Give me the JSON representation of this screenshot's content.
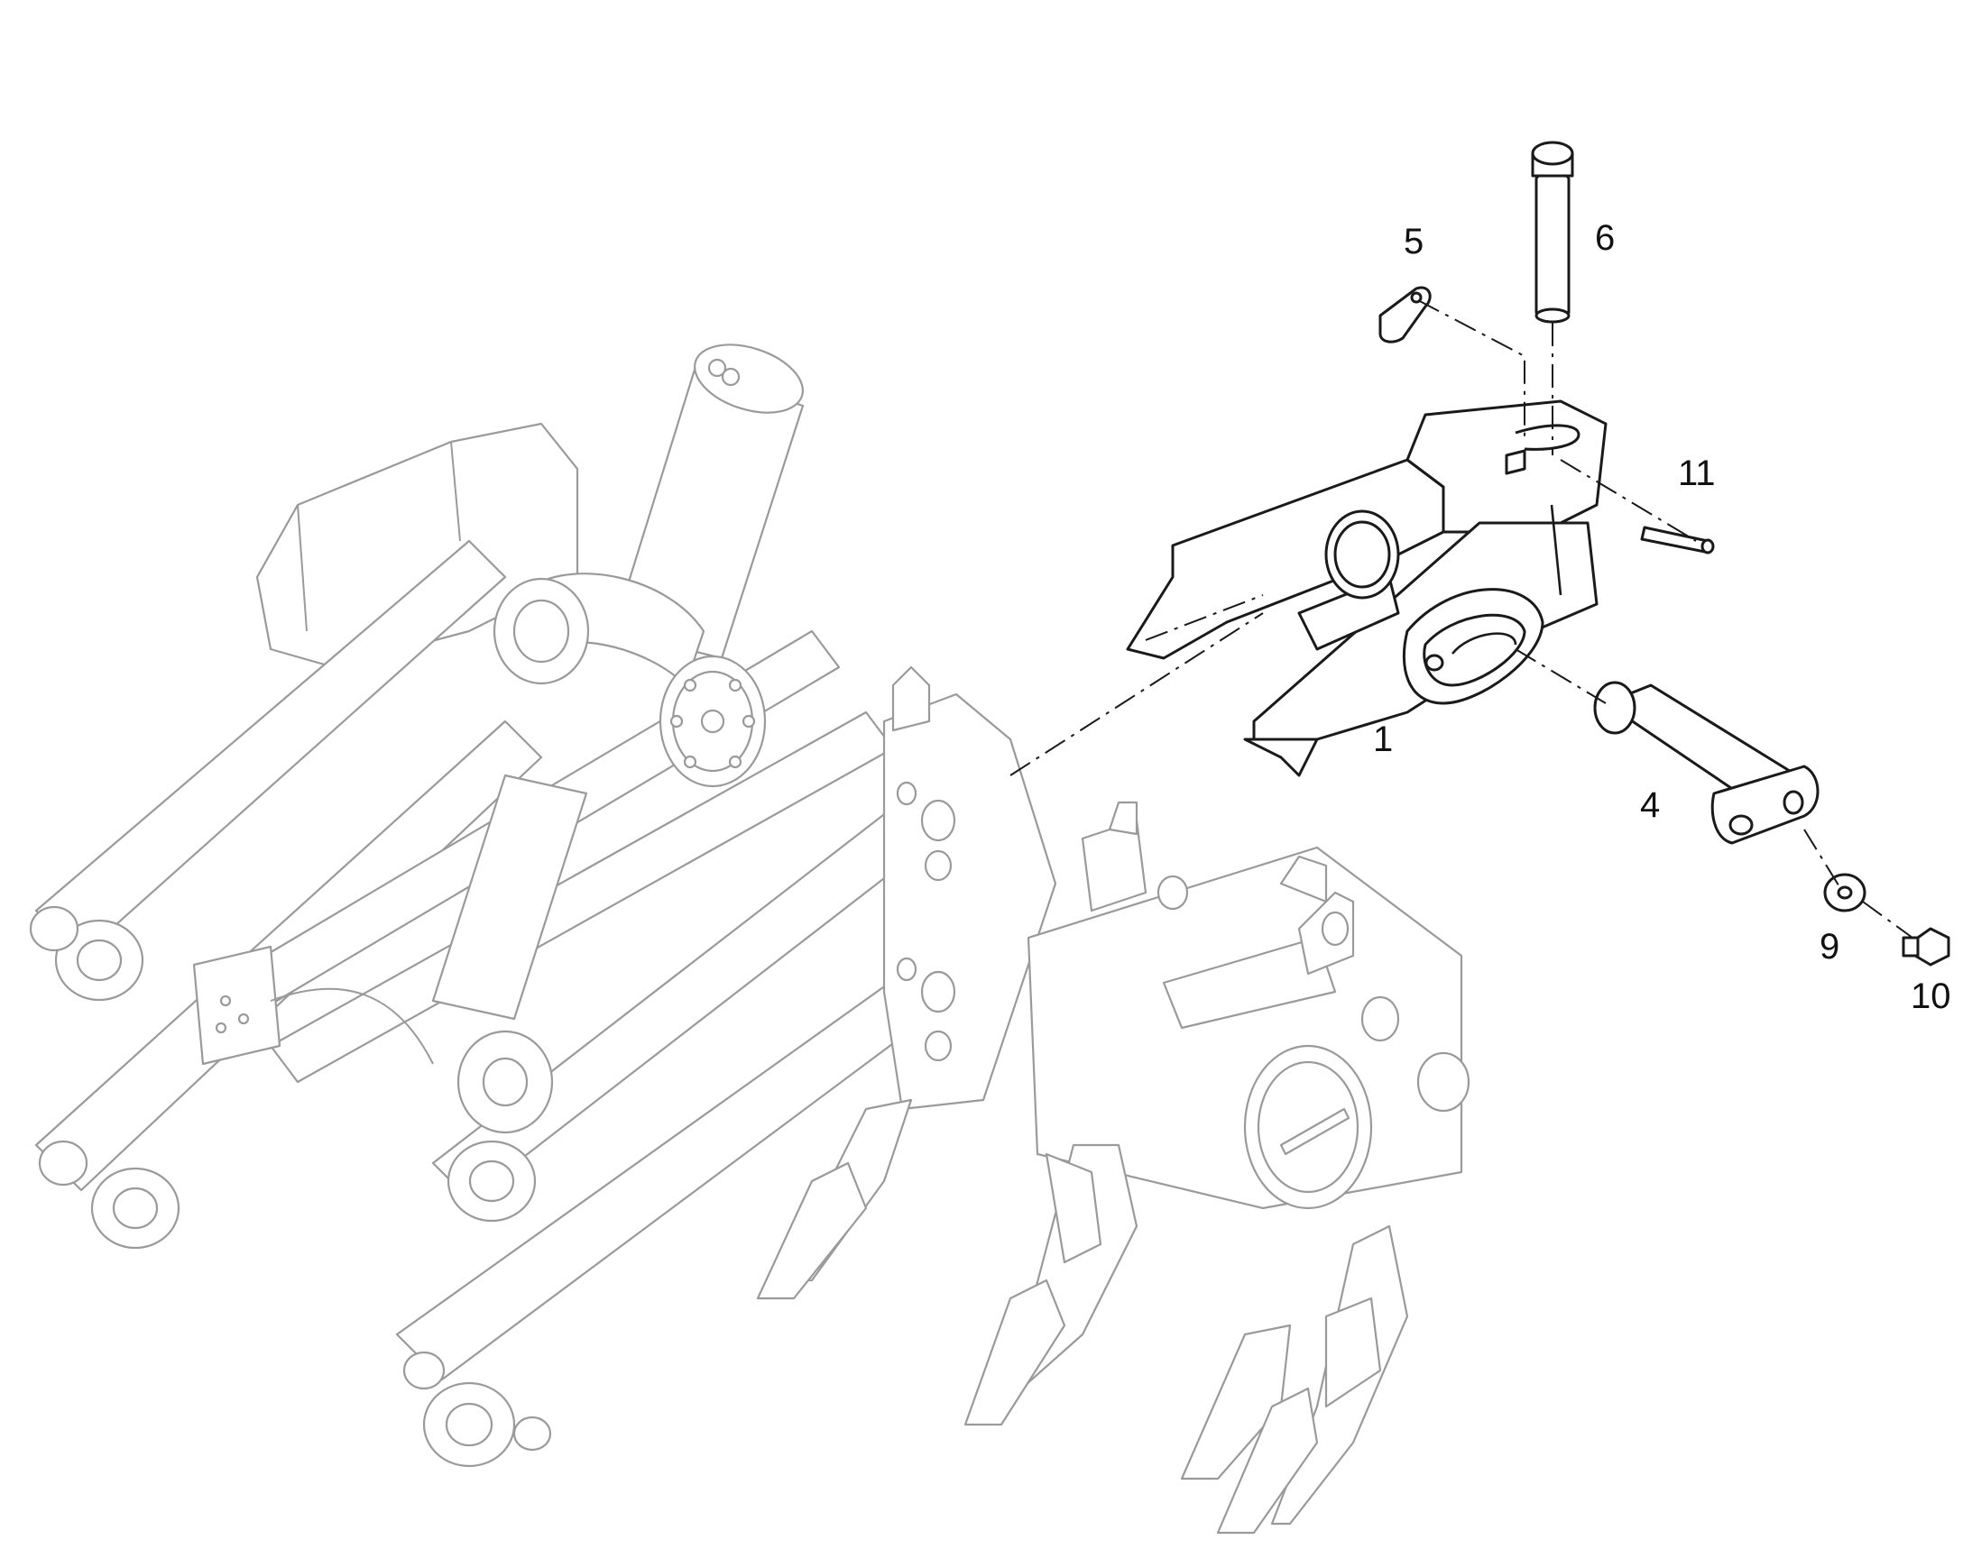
{
  "diagram": {
    "callouts": [
      {
        "id": "c1",
        "label": "1"
      },
      {
        "id": "c4",
        "label": "4"
      },
      {
        "id": "c5",
        "label": "5"
      },
      {
        "id": "c6",
        "label": "6"
      },
      {
        "id": "c9",
        "label": "9"
      },
      {
        "id": "c10",
        "label": "10"
      },
      {
        "id": "c11",
        "label": "11"
      }
    ]
  }
}
